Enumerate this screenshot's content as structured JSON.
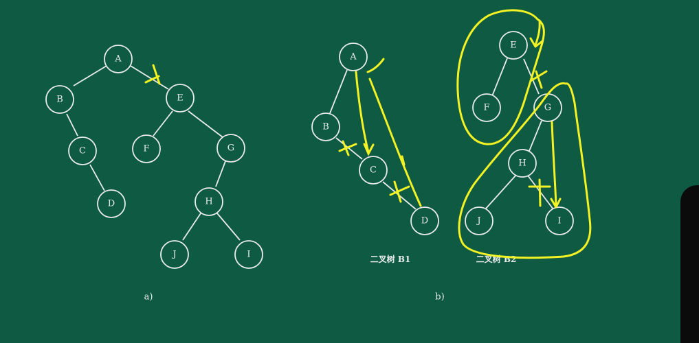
{
  "colors": {
    "board": "#0f5a43",
    "chalk": "#e9ecea",
    "highlighter": "#f2f224"
  },
  "diagram_a": {
    "caption": "a)",
    "nodes": [
      "A",
      "B",
      "C",
      "D",
      "E",
      "F",
      "G",
      "H",
      "J",
      "I"
    ]
  },
  "diagram_b": {
    "caption": "b)",
    "tree_b1": {
      "label": "二叉树 B1",
      "nodes": [
        "A",
        "B",
        "C",
        "D"
      ]
    },
    "tree_b2": {
      "label": "二叉树 B2",
      "nodes": [
        "E",
        "F",
        "G",
        "H",
        "J",
        "I"
      ]
    }
  }
}
